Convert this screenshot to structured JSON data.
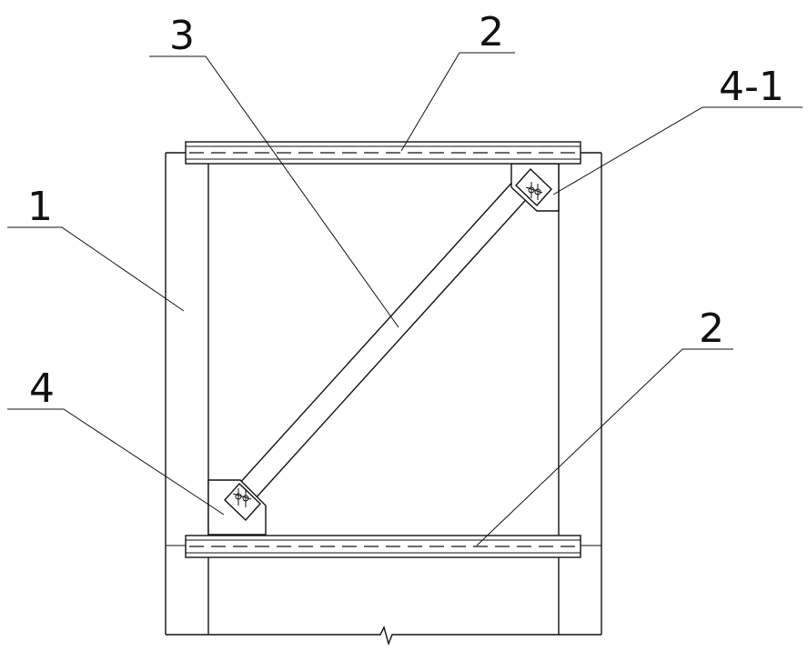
{
  "labels": {
    "column": "1",
    "beam_top": "2",
    "beam_bottom": "2",
    "brace": "3",
    "gusset_bottom": "4",
    "gusset_top": "4-1"
  },
  "colors": {
    "ink": "#111111",
    "background": "#ffffff"
  }
}
